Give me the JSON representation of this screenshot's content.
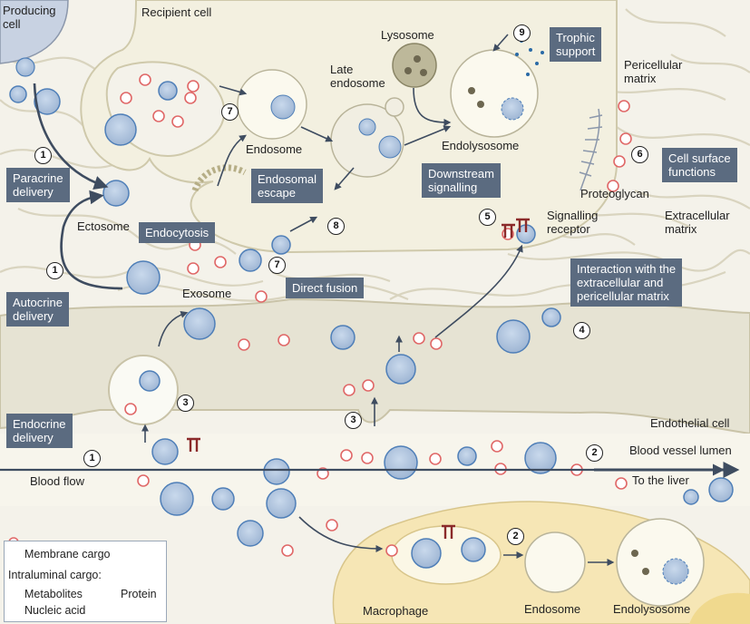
{
  "labels": {
    "producing_cell": "Producing\ncell",
    "recipient_cell": "Recipient cell",
    "lysosome": "Lysosome",
    "late_endosome": "Late\nendosome",
    "endosome_top": "Endosome",
    "endolysosome_top": "Endolysosome",
    "pericellular_matrix": "Pericellular\nmatrix",
    "proteoglycan": "Proteoglycan",
    "signalling_receptor": "Signalling\nreceptor",
    "extracellular_matrix": "Extracellular\nmatrix",
    "ectosome": "Ectosome",
    "exosome": "Exosome",
    "endothelial_cell": "Endothelial cell",
    "blood_flow": "Blood flow",
    "blood_vessel_lumen": "Blood vessel lumen",
    "to_the_liver": "To the liver",
    "macrophage": "Macrophage",
    "endosome_bottom": "Endosome",
    "endolysosome_bottom": "Endolysosome"
  },
  "boxes": {
    "paracrine": "Paracrine\ndelivery",
    "autocrine": "Autocrine\ndelivery",
    "endocrine": "Endocrine\ndelivery",
    "endocytosis": "Endocytosis",
    "endosomal_escape": "Endosomal\nescape",
    "direct_fusion": "Direct fusion",
    "trophic_support": "Trophic\nsupport",
    "downstream_signalling": "Downstream\nsignalling",
    "cell_surface_functions": "Cell surface\nfunctions",
    "interaction_matrix": "Interaction with the\nextracellular and\npericellular matrix"
  },
  "numbers": {
    "n_paracrine": "1",
    "n_autocrine": "1",
    "n_endocrine": "1",
    "n_endocytosis": "7",
    "n_direct_fusion": "7",
    "n_escape": "8",
    "n_trophic": "9",
    "n_signalling": "5",
    "n_cell_surface": "6",
    "n_matrix": "4",
    "n_transcytosis_left": "3",
    "n_transcytosis_mid": "3",
    "n_lumen": "2",
    "n_macrophage": "2"
  },
  "legend": {
    "membrane_cargo": "Membrane cargo",
    "intraluminal_cargo": "Intraluminal cargo:",
    "metabolites": "Metabolites",
    "protein": "Protein",
    "nucleic_acid": "Nucleic acid"
  },
  "colors": {
    "background": "#f4f2ea",
    "cell": "#f3f0e0",
    "endothelial": "#e6e3d3",
    "macrophage": "#f6e6b5",
    "vesicle": "#a8bfdc",
    "vesicle_stroke": "#4f7fb8",
    "callout": "#5b6b80",
    "membrane_cargo": "#2a6aa6",
    "small_vesicle_ring": "#e06868"
  }
}
